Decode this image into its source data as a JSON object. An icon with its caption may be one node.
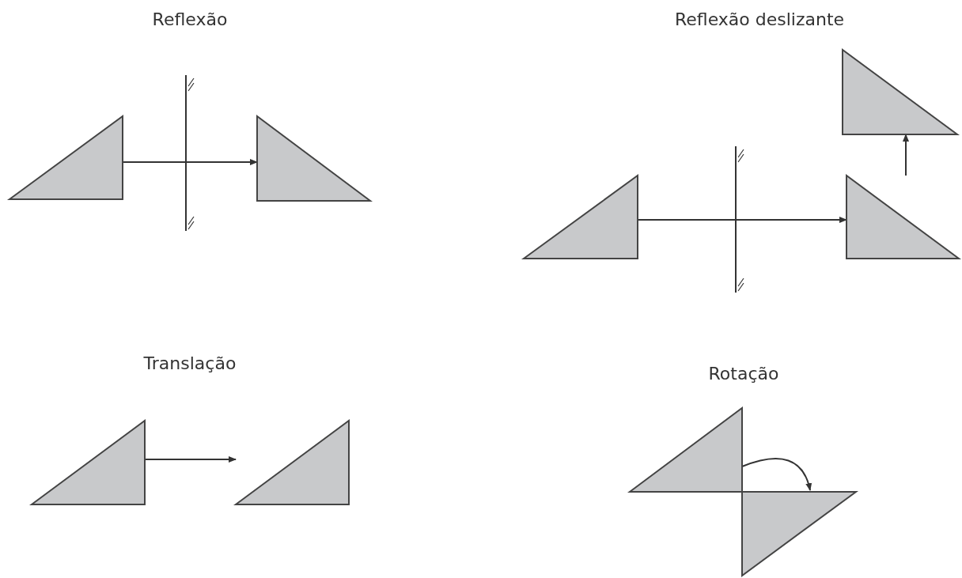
{
  "diagram": {
    "nodes": [
      {
        "text": [],
        "shape": "triangle"
      },
      {
        "text": [],
        "shape": "triangle"
      },
      {
        "text": [],
        "shape": "triangle"
      },
      {
        "text": [],
        "shape": "triangle"
      },
      {
        "text": [],
        "shape": "triangle"
      },
      {
        "text": [],
        "shape": "triangle"
      },
      {
        "text": [],
        "shape": "triangle"
      },
      {
        "text": [],
        "shape": "triangle"
      },
      {
        "text": [],
        "shape": "triangle"
      }
    ],
    "edges": [
      {
        "from": 0,
        "to": 1,
        "arrow": "to"
      },
      {
        "from": 2,
        "to": 3,
        "arrow": "to"
      },
      {
        "from": 3,
        "to": 4,
        "arrow": "to"
      },
      {
        "from": 5,
        "to": 6,
        "arrow": "to"
      },
      {
        "from": 7,
        "to": 8,
        "arrow": "to"
      }
    ],
    "labels": [
      "Reflexão",
      "Reflexão deslizante",
      "Translação",
      "Rotação"
    ]
  }
}
